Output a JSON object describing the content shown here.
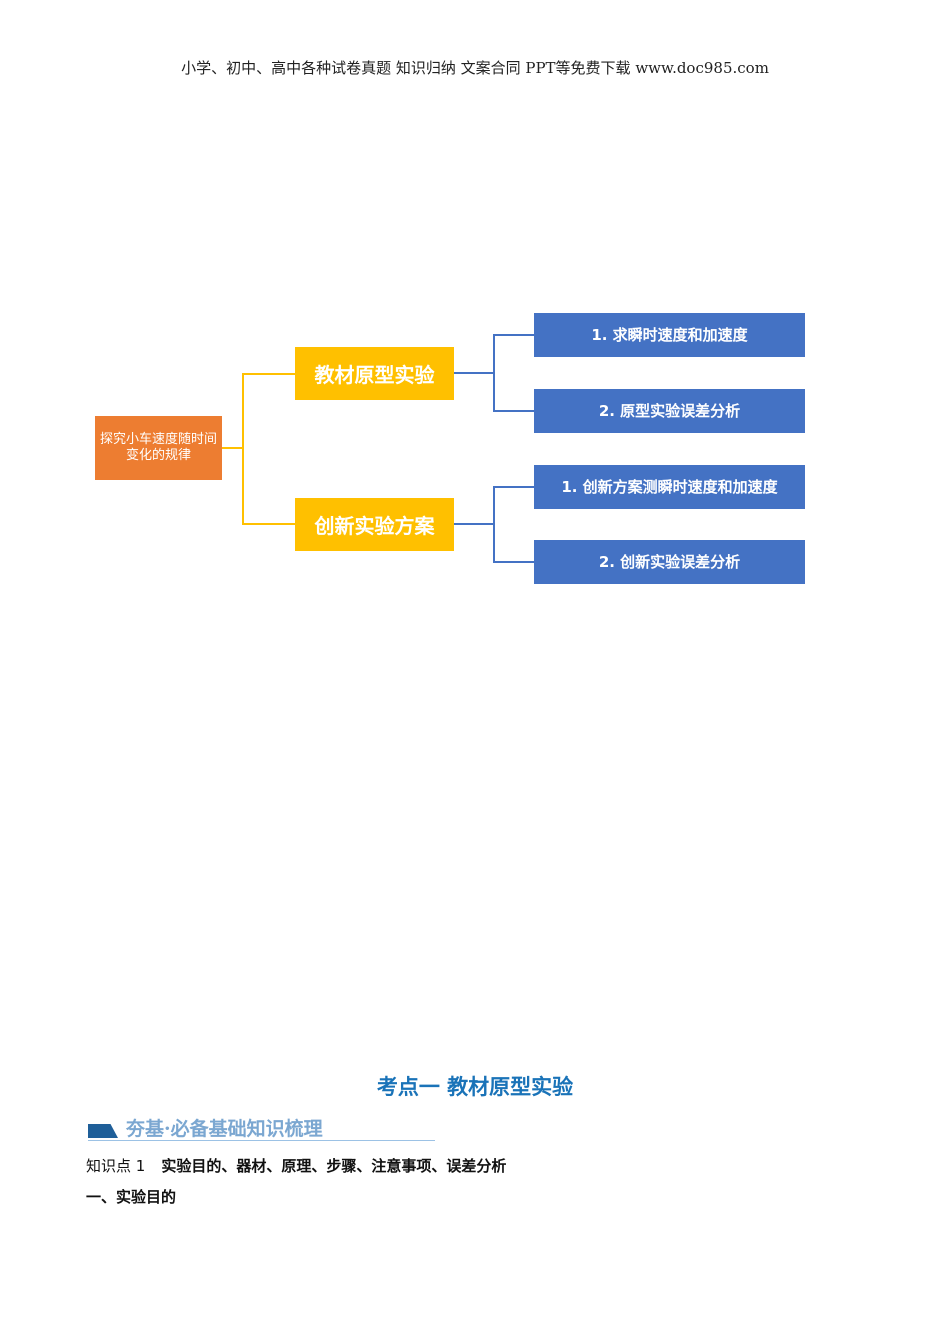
{
  "header": "小学、初中、高中各种试卷真题  知识归纳  文案合同  PPT等免费下载      www.doc985.com",
  "mindmap": {
    "root": "探究小车速度随时间变化的规律",
    "branches": [
      {
        "label": "教材原型实验",
        "children": [
          "1. 求瞬时速度和加速度",
          "2. 原型实验误差分析"
        ]
      },
      {
        "label": "创新实验方案",
        "children": [
          "1. 创新方案测瞬时速度和加速度",
          "2. 创新实验误差分析"
        ]
      }
    ]
  },
  "section_title": "考点一  教材原型实验",
  "banner": "夯基·必备基础知识梳理",
  "knowledge_point": {
    "label": "知识点 1",
    "text": "实验目的、器材、原理、步骤、注意事项、误差分析"
  },
  "heading1": "一、实验目的"
}
